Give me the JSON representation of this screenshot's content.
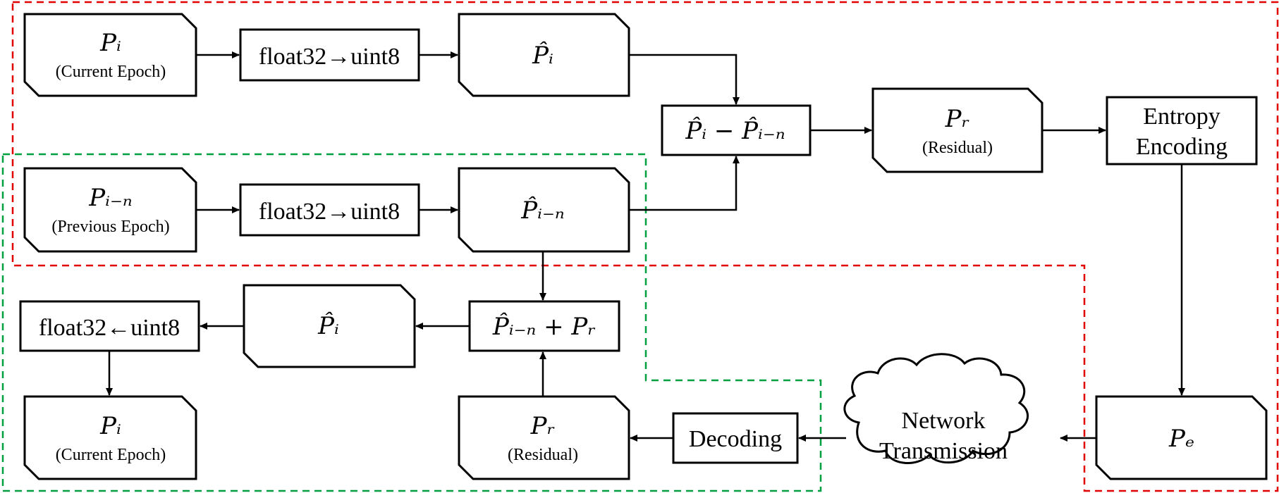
{
  "nodes": {
    "pi_current": {
      "symbol": "Pᵢ",
      "label": "(Current Epoch)"
    },
    "float_to_uint_top": {
      "label": "float32→uint8"
    },
    "phat_i_top": {
      "symbol": "P̂ᵢ"
    },
    "diff": {
      "symbol": "P̂ᵢ − P̂ᵢ₋ₙ"
    },
    "pr_residual_top": {
      "symbol": "Pᵣ",
      "label": "(Residual)"
    },
    "entropy": {
      "line1": "Entropy",
      "line2": "Encoding"
    },
    "pin_previous": {
      "symbol": "Pᵢ₋ₙ",
      "label": "(Previous Epoch)"
    },
    "float_to_uint_mid": {
      "label": "float32→uint8"
    },
    "phat_in": {
      "symbol": "P̂ᵢ₋ₙ"
    },
    "sum": {
      "symbol": "P̂ᵢ₋ₙ + Pᵣ"
    },
    "phat_i_bottom": {
      "symbol": "P̂ᵢ"
    },
    "uint_to_float": {
      "label": "float32←uint8"
    },
    "pi_current_bottom": {
      "symbol": "Pᵢ",
      "label": "(Current Epoch)"
    },
    "pr_residual_bottom": {
      "symbol": "Pᵣ",
      "label": "(Residual)"
    },
    "decoding": {
      "label": "Decoding"
    },
    "network": {
      "line1": "Network",
      "line2": "Transmission"
    },
    "pe": {
      "symbol": "Pₑ"
    }
  },
  "colors": {
    "encoder_region": "#e00000",
    "decoder_region": "#00a040",
    "stroke": "#000000"
  }
}
